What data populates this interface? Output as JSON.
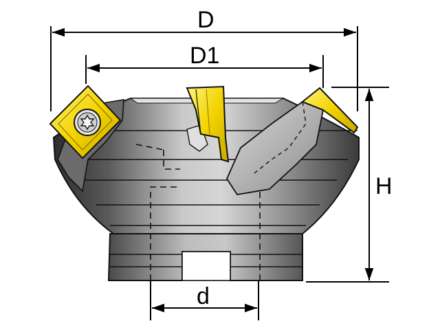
{
  "dimensions": {
    "outer_diameter": "D",
    "insert_diameter": "D1",
    "height": "H",
    "bore_diameter": "d"
  },
  "colors": {
    "insert": "#f2d400",
    "body_dark": "#3f3f3f",
    "body_light": "#c6c6c6",
    "outline": "#111111",
    "dimension_line": "#000000"
  },
  "icons": {
    "insert_screw": "torx-screw-icon"
  }
}
